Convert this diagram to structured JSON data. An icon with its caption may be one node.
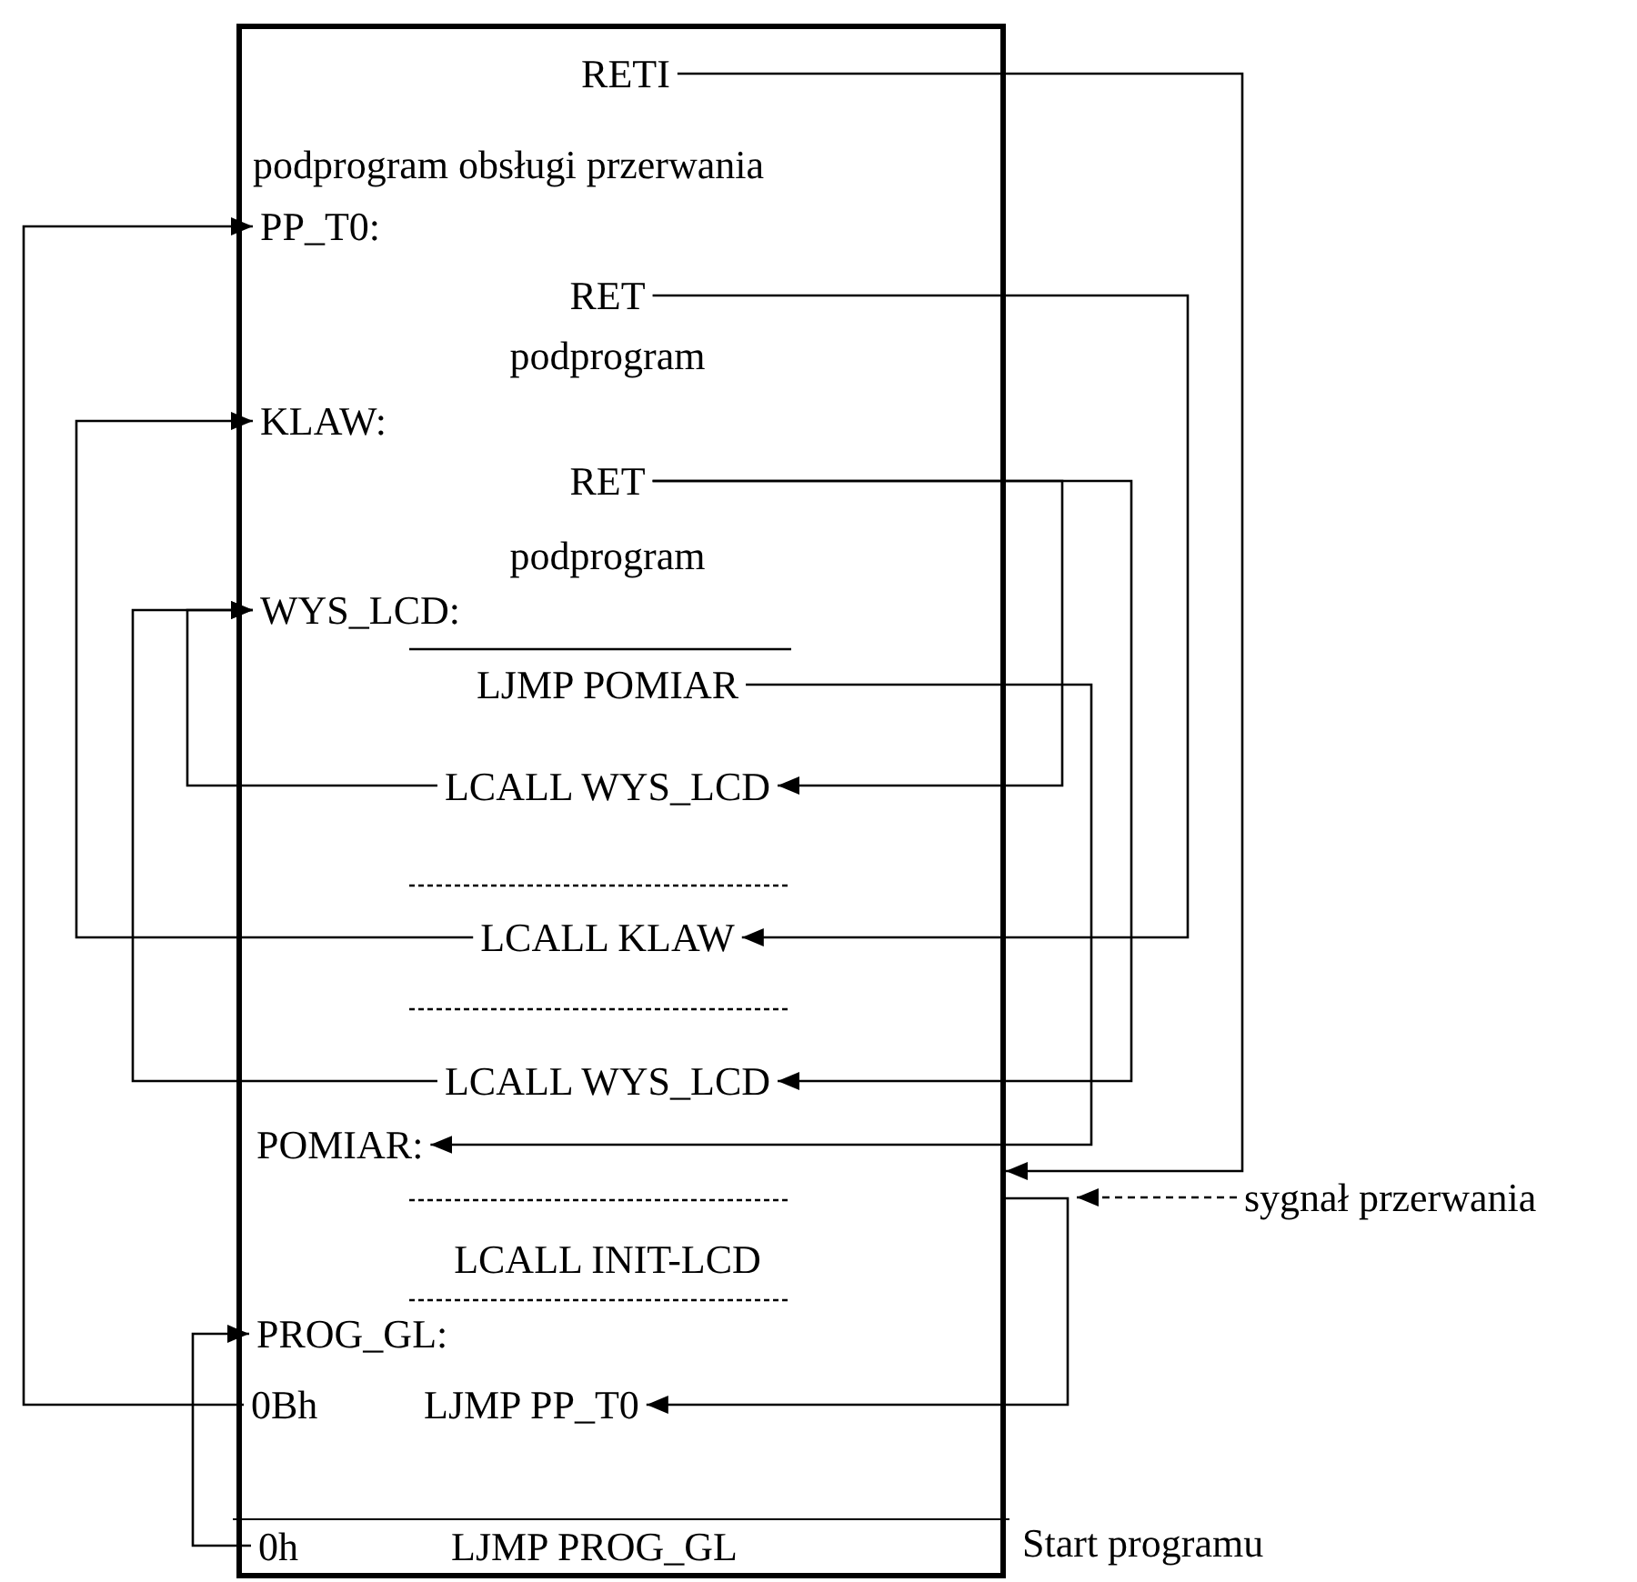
{
  "diagram": {
    "nodes": [
      {
        "text": [],
        "shape": "box"
      },
      {
        "text": [
          "RETI"
        ],
        "in": 0
      },
      {
        "text": [
          "podprogram obsługi przerwania"
        ],
        "in": 0
      },
      {
        "text": [
          "PP_T0:"
        ],
        "in": 0
      },
      {
        "text": [
          "RET"
        ],
        "in": 0
      },
      {
        "text": [
          "podprogram"
        ],
        "in": 0
      },
      {
        "text": [
          "KLAW:"
        ],
        "in": 0
      },
      {
        "text": [
          "RET"
        ],
        "in": 0
      },
      {
        "text": [
          "podprogram"
        ],
        "in": 0
      },
      {
        "text": [
          "WYS_LCD:"
        ],
        "in": 0
      },
      {
        "text": [
          "LJMP POMIAR"
        ],
        "in": 0
      },
      {
        "text": [
          "LCALL WYS_LCD"
        ],
        "in": 0
      },
      {
        "text": [
          "LCALL KLAW"
        ],
        "in": 0
      },
      {
        "text": [
          "LCALL WYS_LCD"
        ],
        "in": 0
      },
      {
        "text": [
          "POMIAR:"
        ],
        "in": 0
      },
      {
        "text": [
          "LCALL INIT-LCD"
        ],
        "in": 0
      },
      {
        "text": [
          "PROG_GL:"
        ],
        "in": 0
      },
      {
        "text": [
          "0Bh",
          "LJMP PP_T0"
        ],
        "in": 0
      },
      {
        "text": [
          "0h",
          "LJMP PROG_GL"
        ],
        "in": 0,
        "beside": [
          "Start programu"
        ]
      },
      {
        "text": [
          "sygnał przerwania"
        ]
      }
    ],
    "edges": [
      {
        "from": 1,
        "to": 0,
        "arrow": "to"
      },
      {
        "from": 4,
        "to": 12,
        "arrow": "to"
      },
      {
        "from": 7,
        "to": 11,
        "arrow": "to"
      },
      {
        "from": 7,
        "to": 13,
        "arrow": "to"
      },
      {
        "from": 10,
        "to": 14,
        "arrow": "to"
      },
      {
        "from": 11,
        "to": 9,
        "arrow": "to"
      },
      {
        "from": 12,
        "to": 6,
        "arrow": "to"
      },
      {
        "from": 13,
        "to": 9,
        "arrow": "to"
      },
      {
        "from": 19,
        "to": null,
        "arrow": "to",
        "style": "dashed"
      },
      {
        "from": 0,
        "to": 17,
        "arrow": "to"
      },
      {
        "from": 17,
        "to": 3,
        "arrow": "to"
      },
      {
        "from": 18,
        "to": 16,
        "arrow": "to"
      }
    ]
  }
}
